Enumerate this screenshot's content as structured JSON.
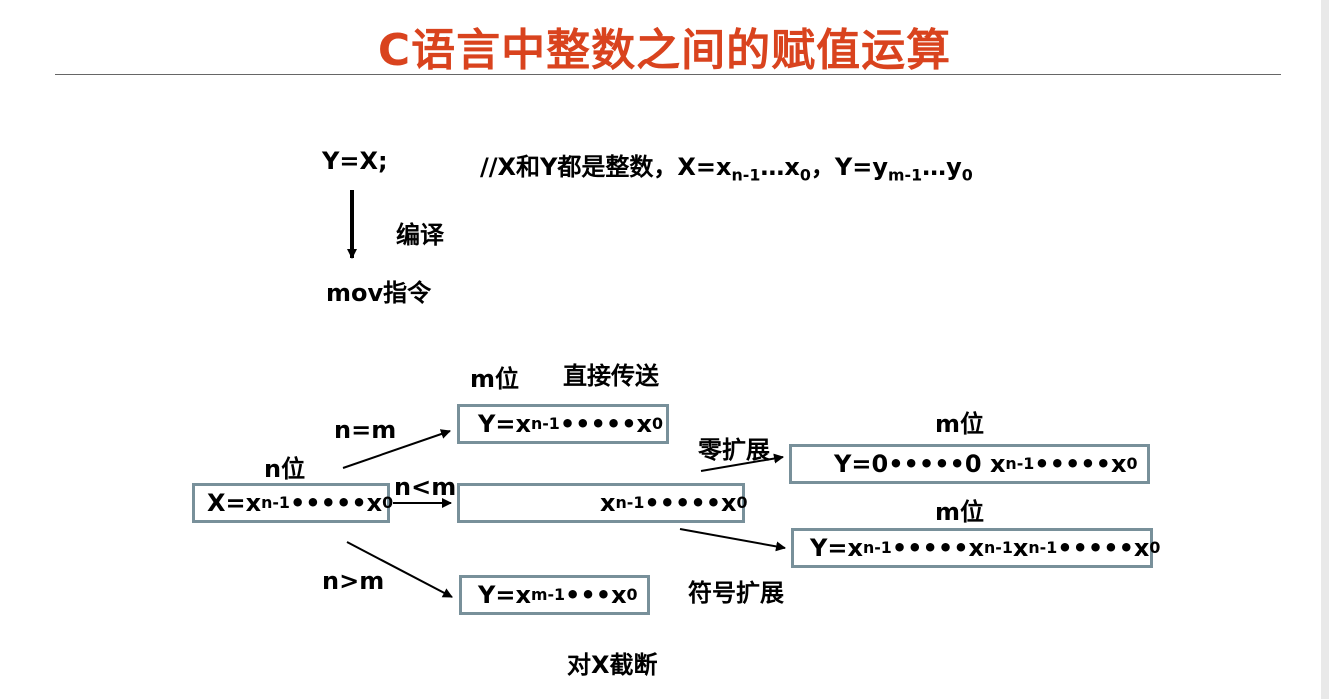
{
  "title": "C语言中整数之间的赋值运算",
  "statement": "Y=X;",
  "comment": {
    "prefix": "//X和Y都是整数，X=x",
    "sub1": "n-1",
    "mid1": "…x",
    "sub2": "0",
    "mid2": "，Y=y",
    "sub3": "m-1",
    "mid3": "…y",
    "sub4": "0"
  },
  "compile_label": "编译",
  "instruction_label": "mov指令",
  "source": {
    "width_label": "n位",
    "box": {
      "a": "X=x",
      "s1": "n-1",
      "b": "•••••x",
      "s2": "0"
    }
  },
  "case_equal": {
    "cond": "n=m",
    "width_label": "m位",
    "action": "直接传送",
    "box": {
      "a": "Y=x",
      "s1": "n-1",
      "b": "•••••x",
      "s2": "0"
    }
  },
  "case_less": {
    "cond": "n<m",
    "box": {
      "a": "x",
      "s1": "n-1",
      "b": "•••••x",
      "s2": "0"
    }
  },
  "case_greater": {
    "cond": "n>m",
    "action": "对X截断",
    "box": {
      "a": "Y=x",
      "s1": "m-1",
      "b": "•••x",
      "s2": "0"
    }
  },
  "zero_ext": {
    "label": "零扩展",
    "width_label": "m位",
    "box": {
      "a": "Y=0•••••0 x",
      "s1": "n-1",
      "b": "•••••x",
      "s2": "0"
    }
  },
  "sign_ext": {
    "label": "符号扩展",
    "width_label": "m位",
    "box": {
      "a": "Y=x",
      "s1": "n-1",
      "b": "•••••x",
      "s2": "n-1",
      "c": "x",
      "s3": "n-1",
      "d": "•••••x",
      "s4": "0"
    }
  },
  "colors": {
    "title": "#d9431e",
    "box_border": "#78909a",
    "rule": "#666666"
  }
}
